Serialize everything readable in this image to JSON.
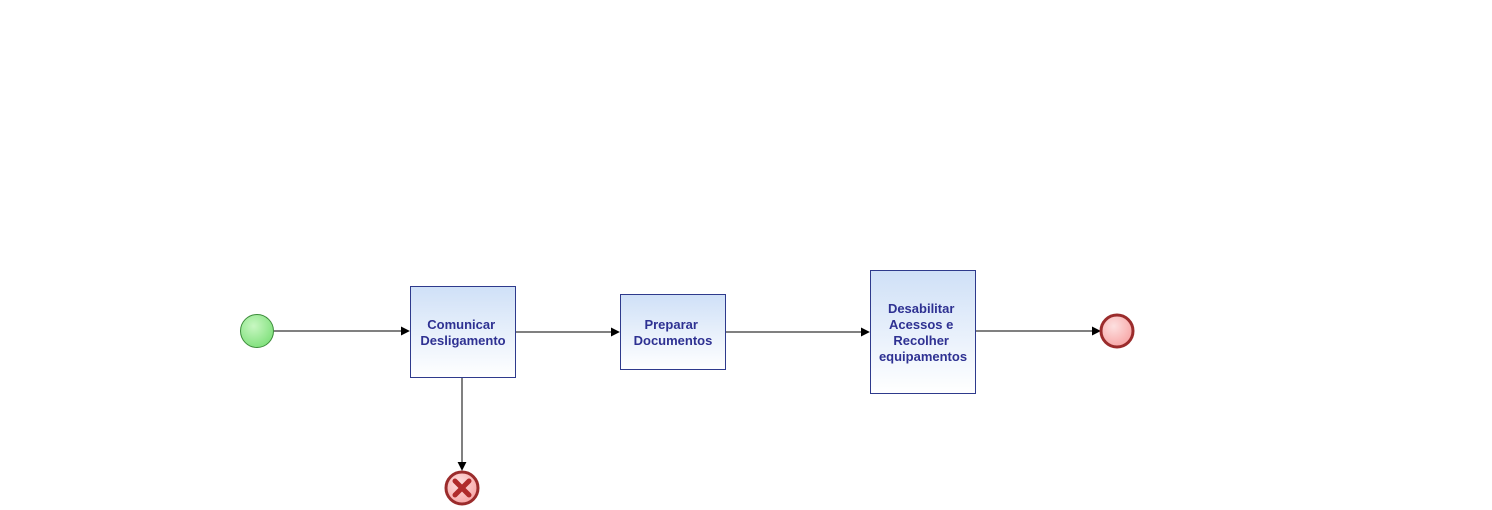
{
  "colors": {
    "task_border": "#2e3a8c",
    "task_fill_top": "#cfe0f7",
    "task_fill_bottom": "#ffffff",
    "task_text": "#2e3192",
    "start_fill": "#7ee07a",
    "start_border": "#3c8c3a",
    "end_fill": "#f7a3a3",
    "end_border": "#9b2c2c",
    "error_cross": "#b02b2b",
    "flow_line": "#000000"
  },
  "nodes": {
    "start": {
      "type": "start-event",
      "icon": "circle"
    },
    "task_comunicar": {
      "type": "task",
      "lines": [
        "Comunicar",
        "Desligamento"
      ]
    },
    "task_preparar": {
      "type": "task",
      "lines": [
        "Preparar",
        "Documentos"
      ]
    },
    "task_desabilitar": {
      "type": "task",
      "lines": [
        "Desabilitar",
        "Acessos e",
        "Recolher",
        "equipamentos"
      ]
    },
    "end": {
      "type": "end-event",
      "icon": "circle"
    },
    "error_end": {
      "type": "error-end-event",
      "icon": "cross-icon"
    }
  },
  "flows": [
    {
      "from": "start",
      "to": "task_comunicar"
    },
    {
      "from": "task_comunicar",
      "to": "task_preparar"
    },
    {
      "from": "task_preparar",
      "to": "task_desabilitar"
    },
    {
      "from": "task_desabilitar",
      "to": "end"
    },
    {
      "from": "task_comunicar",
      "to": "error_end"
    }
  ]
}
